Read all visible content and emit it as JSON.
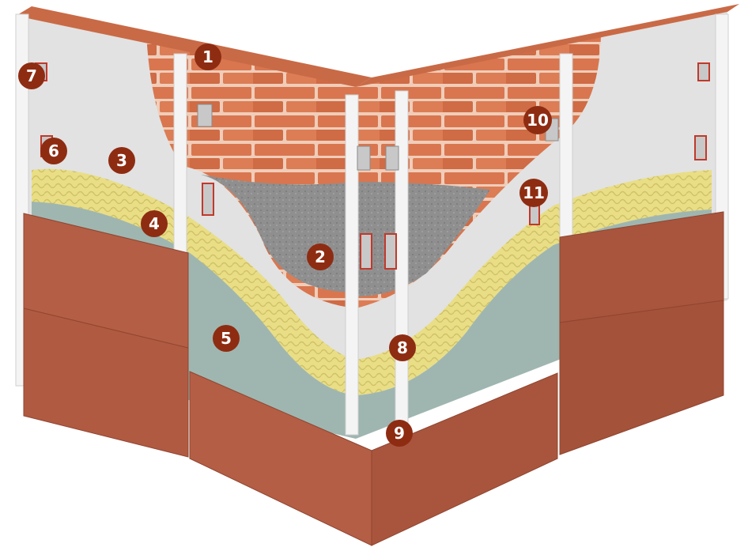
{
  "colors": {
    "brick": "#d9764f",
    "brick_dark": "#b95c3a",
    "mortar": "#f3d6c4",
    "concrete": "#8d8d8d",
    "primer": "#dcdcdc",
    "insulation": "#e6dc82",
    "membrane": "#9fb6b0",
    "cladding": "#b45e45",
    "cladding_edge": "#8f4530",
    "rail": "#f4f4f4",
    "bracket": "#c8c8c8",
    "callout_fill": "#8e2c12",
    "callout_text": "#ffffff"
  },
  "callouts": [
    {
      "id": "1",
      "label": "1"
    },
    {
      "id": "2",
      "label": "2"
    },
    {
      "id": "3",
      "label": "3"
    },
    {
      "id": "4",
      "label": "4"
    },
    {
      "id": "5",
      "label": "5"
    },
    {
      "id": "6",
      "label": "6"
    },
    {
      "id": "7",
      "label": "7"
    },
    {
      "id": "8",
      "label": "8"
    },
    {
      "id": "9",
      "label": "9"
    },
    {
      "id": "10",
      "label": "10"
    },
    {
      "id": "11",
      "label": "11"
    }
  ]
}
